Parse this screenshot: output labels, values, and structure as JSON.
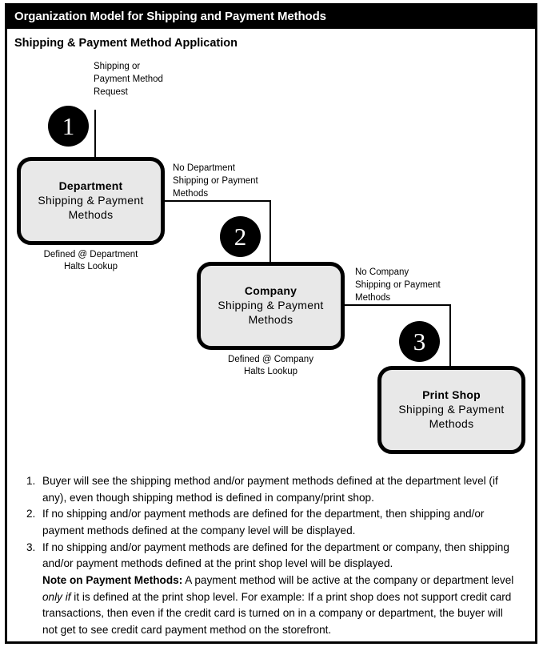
{
  "header": {
    "title": "Organization Model for Shipping and Payment Methods",
    "subtitle": "Shipping & Payment Method Application"
  },
  "diagram": {
    "entry_label": "Shipping or\nPayment Method\nRequest",
    "badges": [
      {
        "number": "1"
      },
      {
        "number": "2"
      },
      {
        "number": "3"
      }
    ],
    "nodes": [
      {
        "title": "Department",
        "line2": "Shipping  &  Payment",
        "line3": "Methods",
        "caption": "Defined @ Department\nHalts Lookup"
      },
      {
        "title": "Company",
        "line2": "Shipping  &  Payment",
        "line3": "Methods",
        "caption": "Defined @ Company\nHalts Lookup"
      },
      {
        "title": "Print Shop",
        "line2": "Shipping  &  Payment",
        "line3": "Methods",
        "caption": ""
      }
    ],
    "edge_labels": [
      "No Department\nShipping or Payment\nMethods",
      "No Company\nShipping or Payment\nMethods"
    ]
  },
  "notes": {
    "items": [
      {
        "number": "1.",
        "text": "Buyer will see the shipping method and/or payment methods defined at the department level (if any), even though shipping method is defined in company/print shop."
      },
      {
        "number": "2.",
        "text": "If no shipping and/or payment methods are defined for the department, then shipping and/or payment methods defined at the company level will be displayed."
      },
      {
        "number": "3.",
        "text": "If no shipping and/or payment methods are defined for the department or company, then shipping and/or payment methods defined at the print shop level will be displayed."
      }
    ],
    "note_label": "Note on Payment Methods:",
    "note_part1": " A payment method will be active at the company or department level ",
    "note_emphasis": "only if",
    "note_part2": " it is defined at the print shop level. For example: If a print shop does not support credit card transactions, then even if the credit card is turned on in a company or department, the buyer will not get to see credit card payment method on the storefront."
  },
  "colors": {
    "frame": "#000000",
    "title_bar": "#000000",
    "title_text": "#ffffff",
    "node_fill": "#e8e8e8",
    "node_border": "#000000",
    "badge_fill": "#000000",
    "badge_text": "#ffffff",
    "page_background": "#ffffff"
  }
}
